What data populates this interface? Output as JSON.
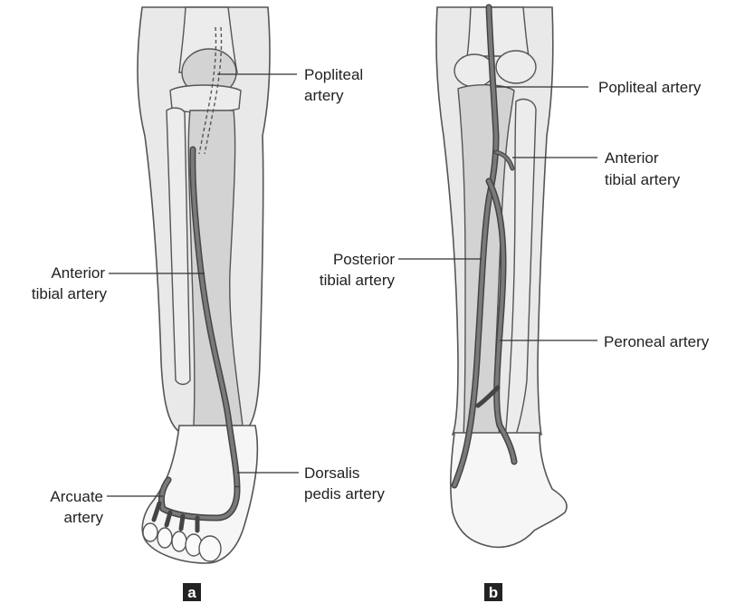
{
  "panels": {
    "a": {
      "letter": "a",
      "labels": {
        "popliteal_line1": "Popliteal",
        "popliteal_line2": "artery",
        "anterior_tibial_line1": "Anterior",
        "anterior_tibial_line2": "tibial artery",
        "dorsalis_line1": "Dorsalis",
        "dorsalis_line2": "pedis artery",
        "arcuate_line1": "Arcuate",
        "arcuate_line2": "artery"
      }
    },
    "b": {
      "letter": "b",
      "labels": {
        "popliteal": "Popliteal artery",
        "anterior_tibial_line1": "Anterior",
        "anterior_tibial_line2": "tibial artery",
        "posterior_tibial_line1": "Posterior",
        "posterior_tibial_line2": "tibial artery",
        "peroneal": "Peroneal artery"
      }
    }
  }
}
